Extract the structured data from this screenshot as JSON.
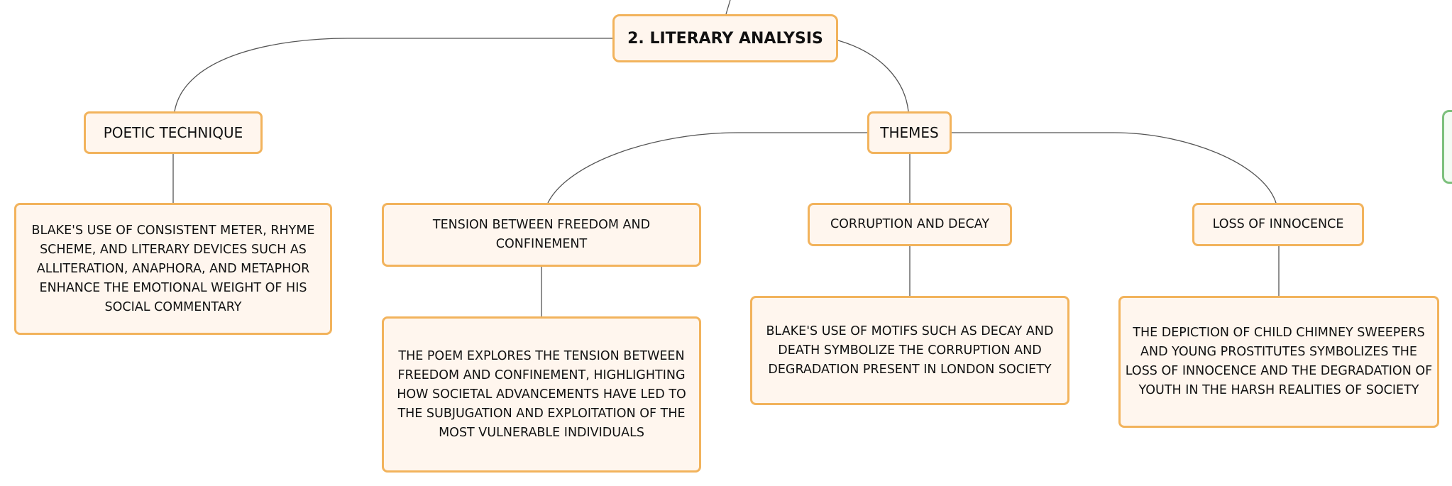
{
  "root": {
    "label": "2. LITERARY ANALYSIS"
  },
  "branches": {
    "poetic_technique": {
      "label": "POETIC TECHNIQUE",
      "detail": "BLAKE'S USE OF CONSISTENT METER, RHYME SCHEME, AND LITERARY DEVICES SUCH AS ALLITERATION, ANAPHORA, AND METAPHOR ENHANCE THE EMOTIONAL WEIGHT OF HIS SOCIAL COMMENTARY"
    },
    "themes": {
      "label": "THEMES",
      "children": {
        "freedom": {
          "label": "TENSION BETWEEN FREEDOM AND CONFINEMENT",
          "detail": "THE POEM EXPLORES THE TENSION BETWEEN FREEDOM AND CONFINEMENT, HIGHLIGHTING HOW SOCIETAL ADVANCEMENTS HAVE LED TO THE SUBJUGATION AND EXPLOITATION OF THE MOST VULNERABLE INDIVIDUALS"
        },
        "corruption": {
          "label": "CORRUPTION AND DECAY",
          "detail": "BLAKE'S USE OF MOTIFS SUCH AS DECAY AND DEATH SYMBOLIZE THE CORRUPTION AND DEGRADATION PRESENT IN LONDON SOCIETY"
        },
        "innocence": {
          "label": "LOSS OF INNOCENCE",
          "detail": "THE DEPICTION OF CHILD CHIMNEY SWEEPERS AND YOUNG PROSTITUTES SYMBOLIZES THE LOSS OF INNOCENCE AND THE DEGRADATION OF YOUTH IN THE HARSH REALITIES OF SOCIETY"
        }
      }
    }
  },
  "colors": {
    "node_fill": "#fff6ee",
    "node_border": "#f2b35c",
    "connector": "#555555",
    "offscreen_node_border": "#7cc07c"
  }
}
